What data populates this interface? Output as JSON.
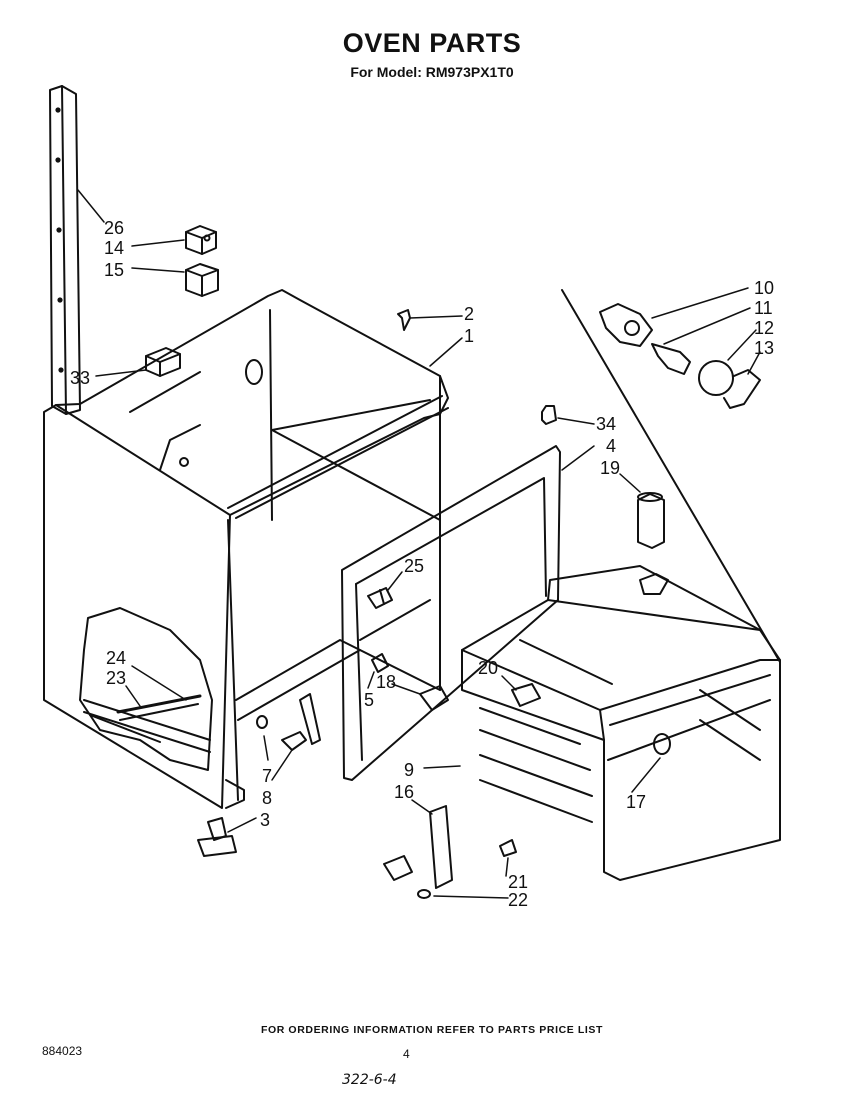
{
  "header": {
    "title": "OVEN PARTS",
    "model_line": "For Model: RM973PX1T0"
  },
  "callouts": [
    {
      "id": "c26",
      "label": "26"
    },
    {
      "id": "c14",
      "label": "14"
    },
    {
      "id": "c15",
      "label": "15"
    },
    {
      "id": "c33",
      "label": "33"
    },
    {
      "id": "c2",
      "label": "2"
    },
    {
      "id": "c1",
      "label": "1"
    },
    {
      "id": "c10",
      "label": "10"
    },
    {
      "id": "c11",
      "label": "11"
    },
    {
      "id": "c12",
      "label": "12"
    },
    {
      "id": "c13",
      "label": "13"
    },
    {
      "id": "c34",
      "label": "34"
    },
    {
      "id": "c4",
      "label": "4"
    },
    {
      "id": "c19",
      "label": "19"
    },
    {
      "id": "c25",
      "label": "25"
    },
    {
      "id": "c24",
      "label": "24"
    },
    {
      "id": "c23",
      "label": "23"
    },
    {
      "id": "c20",
      "label": "20"
    },
    {
      "id": "c18",
      "label": "18"
    },
    {
      "id": "c5",
      "label": "5"
    },
    {
      "id": "c7",
      "label": "7"
    },
    {
      "id": "c8",
      "label": "8"
    },
    {
      "id": "c3",
      "label": "3"
    },
    {
      "id": "c9",
      "label": "9"
    },
    {
      "id": "c16",
      "label": "16"
    },
    {
      "id": "c17",
      "label": "17"
    },
    {
      "id": "c21",
      "label": "21"
    },
    {
      "id": "c22",
      "label": "22"
    }
  ],
  "footer": {
    "ordering_note": "FOR ORDERING INFORMATION REFER TO PARTS PRICE LIST",
    "doc_code": "884023",
    "page_number": "4",
    "handwritten": "322-6-4"
  }
}
